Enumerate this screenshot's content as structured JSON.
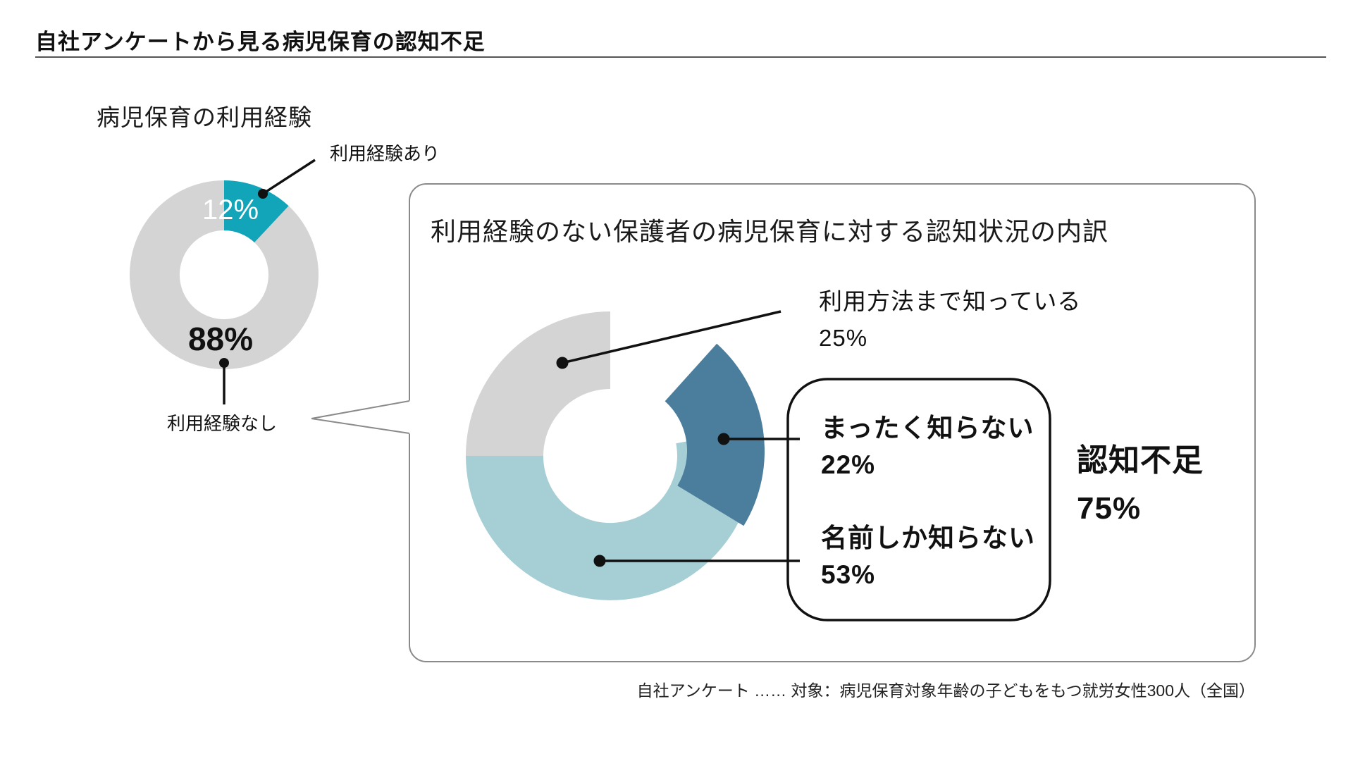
{
  "header": {
    "title": "自社アンケートから見る病児保育の認知不足"
  },
  "experience_chart": {
    "title": "病児保育の利用経験",
    "yes_label": "利用経験あり",
    "yes_value": "12%",
    "no_label": "利用経験なし",
    "no_value": "88%"
  },
  "awareness_panel": {
    "title": "利用経験のない保護者の病児保育に対する認知状況の内訳",
    "know_how_label": "利用方法まで知っている",
    "know_how_value": "25%",
    "not_know_label": "まったく知らない",
    "not_know_value": "22%",
    "name_only_label": "名前しか知らない",
    "name_only_value": "53%",
    "summary_label": "認知不足",
    "summary_value": "75%"
  },
  "footnote": "自社アンケート …… 対象：病児保育対象年齢の子どもをもつ就労女性300人（全国）",
  "colors": {
    "small_teal": "#12a4b8",
    "big_teal": "#a6cfd5",
    "steel_blue": "#4b7e9d",
    "slice_gray": "#d4d4d4",
    "panel_border": "#8a8a8a",
    "line_black": "#111111"
  },
  "chart_data": [
    {
      "type": "pie",
      "title": "病児保育の利用経験",
      "categories": [
        "利用経験あり",
        "利用経験なし"
      ],
      "values": [
        12,
        88
      ],
      "unit": "%",
      "colors": [
        "#12a4b8",
        "#d4d4d4"
      ],
      "donut": true,
      "start_angle_deg": 0,
      "direction": "clockwise"
    },
    {
      "type": "pie",
      "title": "利用経験のない保護者の病児保育に対する認知状況の内訳",
      "categories": [
        "まったく知らない",
        "名前しか知らない",
        "利用方法まで知っている"
      ],
      "values": [
        22,
        53,
        25
      ],
      "unit": "%",
      "colors": [
        "#4b7e9d",
        "#a6cfd5",
        "#d4d4d4"
      ],
      "donut": true,
      "exploded_slice": "まったく知らない",
      "annotation": {
        "label": "認知不足",
        "value": 75,
        "unit": "%"
      }
    }
  ]
}
